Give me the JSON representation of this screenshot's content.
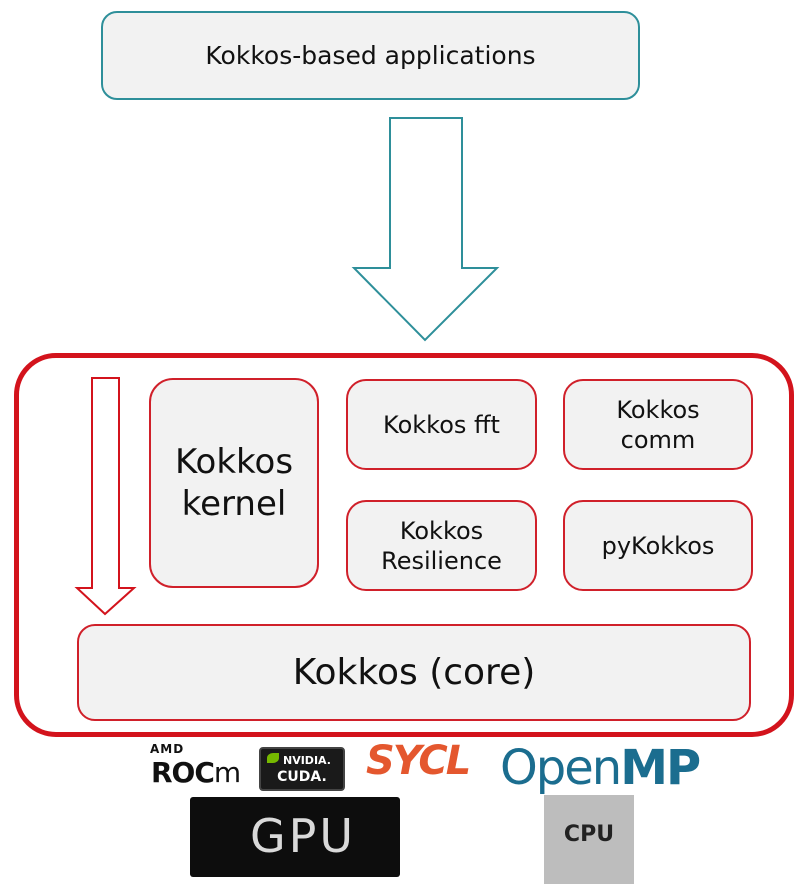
{
  "diagram": {
    "top_box": "Kokkos-based applications",
    "kernel": "Kokkos kernel",
    "fft": "Kokkos fft",
    "comm": "Kokkos comm",
    "resilience": "Kokkos Resilience",
    "pykokkos": "pyKokkos",
    "core": "Kokkos (core)"
  },
  "backends": {
    "amd": "AMD",
    "rocm_roc": "ROC",
    "rocm_m": "m",
    "nvidia": "NVIDIA.",
    "cuda": "CUDA.",
    "sycl": "SYCL",
    "openmp_open": "Open",
    "openmp_mp": "MP",
    "gpu": "GPU",
    "cpu": "CPU"
  },
  "colors": {
    "teal": "#2e8f9a",
    "red": "#d3131c",
    "box_fill": "#f2f2f2"
  }
}
